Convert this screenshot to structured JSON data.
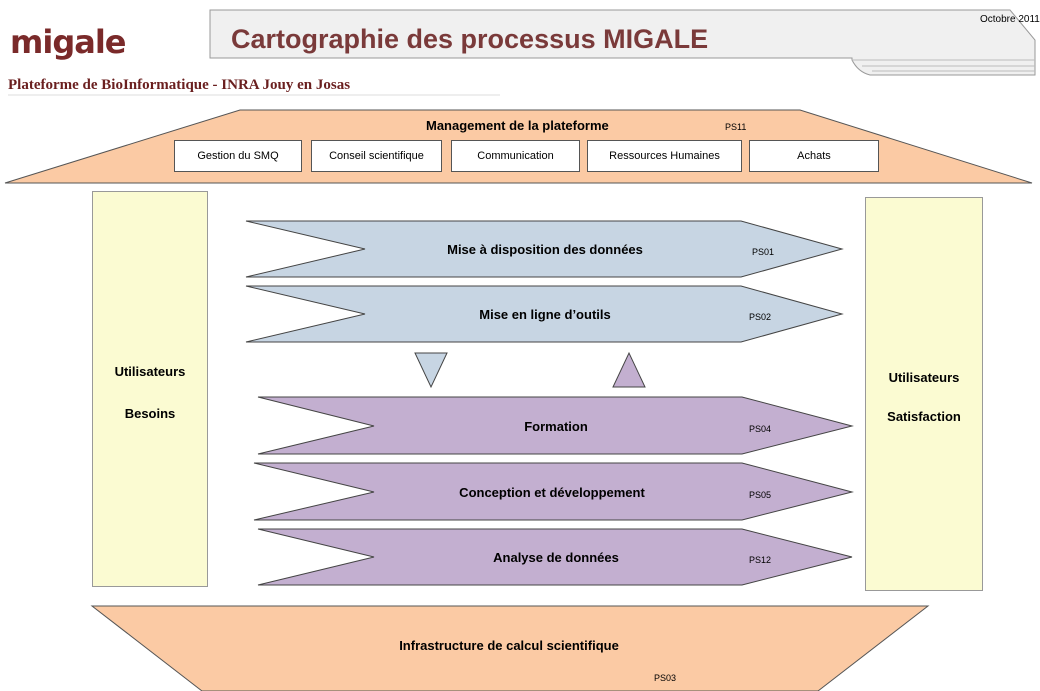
{
  "header": {
    "date": "Octobre 2011",
    "logo_text": "migale",
    "title": "Cartographie des processus MIGALE",
    "subtitle": "Plateforme de BioInformatique - INRA Jouy en Josas"
  },
  "management": {
    "title": "Management de la plateforme",
    "code": "PS11",
    "boxes": [
      "Gestion du SMQ",
      "Conseil scientifique",
      "Communication",
      "Ressources Humaines",
      "Achats"
    ]
  },
  "left_panel": {
    "line1": "Utilisateurs",
    "line2": "Besoins"
  },
  "right_panel": {
    "line1": "Utilisateurs",
    "line2": "Satisfaction"
  },
  "processes": [
    {
      "label": "Mise à disposition des données",
      "code": "PS01"
    },
    {
      "label": "Mise en ligne d’outils",
      "code": "PS02"
    },
    {
      "label": "Formation",
      "code": "PS04"
    },
    {
      "label": "Conception et développement",
      "code": "PS05"
    },
    {
      "label": "Analyse de données",
      "code": "PS12"
    }
  ],
  "infrastructure": {
    "label": "Infrastructure de calcul scientifique",
    "code": "PS03"
  },
  "colors": {
    "peach": "#fbcaa4",
    "blue_arrow": "#c7d5e3",
    "purple_arrow": "#c3afd0",
    "side_panel": "#fbfbd2",
    "title_color": "#7a3a3a"
  }
}
